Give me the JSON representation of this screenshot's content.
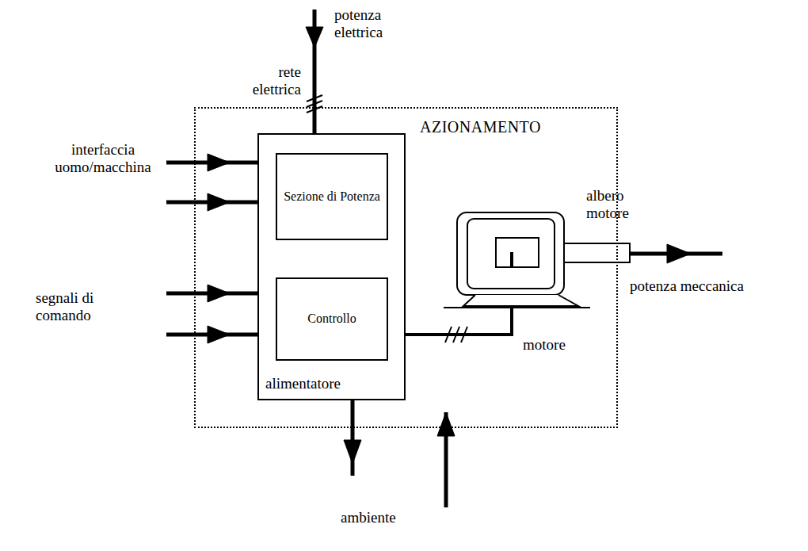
{
  "diagram": {
    "nodes": [
      {
        "text": [
          "AZIONAMENTO"
        ]
      },
      {
        "text": [
          "alimentatore"
        ],
        "in": 0
      },
      {
        "text": [
          "Sezione di Potenza"
        ],
        "in": 1
      },
      {
        "text": [
          "Controllo"
        ],
        "in": 1
      }
    ],
    "edges": [
      {
        "from": 2,
        "to": 3,
        "arrow": "none"
      }
    ],
    "labels": [
      "potenza elettrica",
      "rete elettrica",
      "interfaccia uomo/macchina",
      "segnali di comando",
      "albero motore",
      "potenza meccanica",
      "motore",
      "ambiente"
    ]
  }
}
